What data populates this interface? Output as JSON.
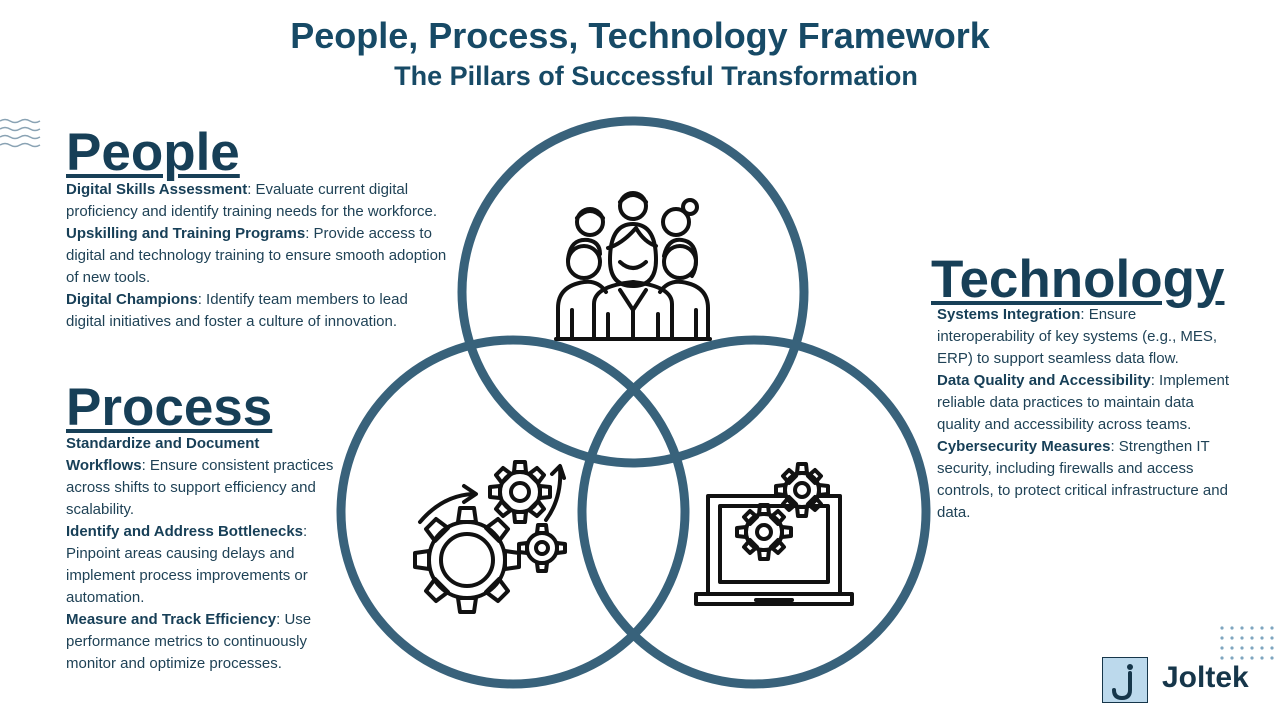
{
  "title": "People, Process, Technology Framework",
  "subtitle": "The Pillars of Successful Transformation",
  "people": {
    "heading": "People",
    "items": [
      {
        "term": "Digital Skills Assessment",
        "desc": ": Evaluate current digital proficiency and identify training needs for the workforce."
      },
      {
        "term": "Upskilling and Training Programs",
        "desc": ": Provide access to digital and technology training to ensure smooth adoption of new tools."
      },
      {
        "term": "Digital Champions",
        "desc": ": Identify team members to lead digital initiatives and foster a culture of innovation."
      }
    ]
  },
  "process": {
    "heading": "Process",
    "items": [
      {
        "term": "Standardize and Document Workflows",
        "desc": ": Ensure consistent practices across shifts to support efficiency and scalability."
      },
      {
        "term": "Identify and Address Bottlenecks",
        "desc": ": Pinpoint areas causing delays and implement process improvements or automation."
      },
      {
        "term": "Measure and Track Efficiency",
        "desc": ": Use performance metrics to continuously monitor and optimize processes."
      }
    ]
  },
  "technology": {
    "heading": "Technology",
    "items": [
      {
        "term": "Systems Integration",
        "desc": ": Ensure interoperability of key systems (e.g., MES, ERP) to support seamless data flow."
      },
      {
        "term": "Data Quality and Accessibility",
        "desc": ": Implement reliable data practices to maintain data quality and accessibility across teams."
      },
      {
        "term": "Cybersecurity Measures",
        "desc": ": Strengthen IT security, including firewalls and access controls, to protect critical infrastructure and data."
      }
    ]
  },
  "logo": {
    "mark": "j",
    "name": "Joltek"
  },
  "icons": [
    "people-group-icon",
    "gears-icon",
    "laptop-gear-icon"
  ],
  "colors": {
    "circle": "#2e5a74",
    "heading": "#173f57",
    "title": "#174a66"
  }
}
